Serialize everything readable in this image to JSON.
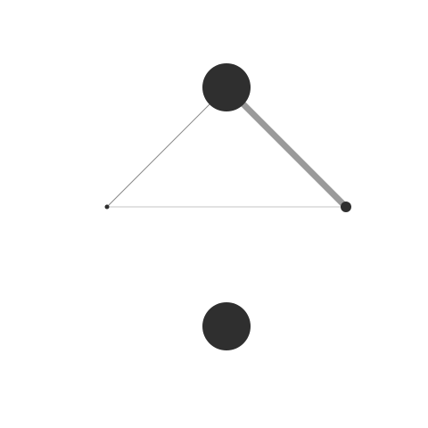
{
  "graph": {
    "node_color": "#2f2f2f",
    "nodes": [
      {
        "id": "node-top",
        "size": "large"
      },
      {
        "id": "node-left",
        "size": "tiny"
      },
      {
        "id": "node-right",
        "size": "small"
      },
      {
        "id": "node-bottom",
        "size": "large"
      }
    ],
    "edges": [
      {
        "id": "edge-top-left",
        "from": "node-top",
        "to": "node-left",
        "weight": "thin",
        "color": "#8a8a8a"
      },
      {
        "id": "edge-top-right",
        "from": "node-top",
        "to": "node-right",
        "weight": "thick",
        "color": "#9a9a9a"
      },
      {
        "id": "edge-left-right",
        "from": "node-left",
        "to": "node-right",
        "weight": "hairline",
        "color": "#c4c4c4"
      }
    ]
  }
}
